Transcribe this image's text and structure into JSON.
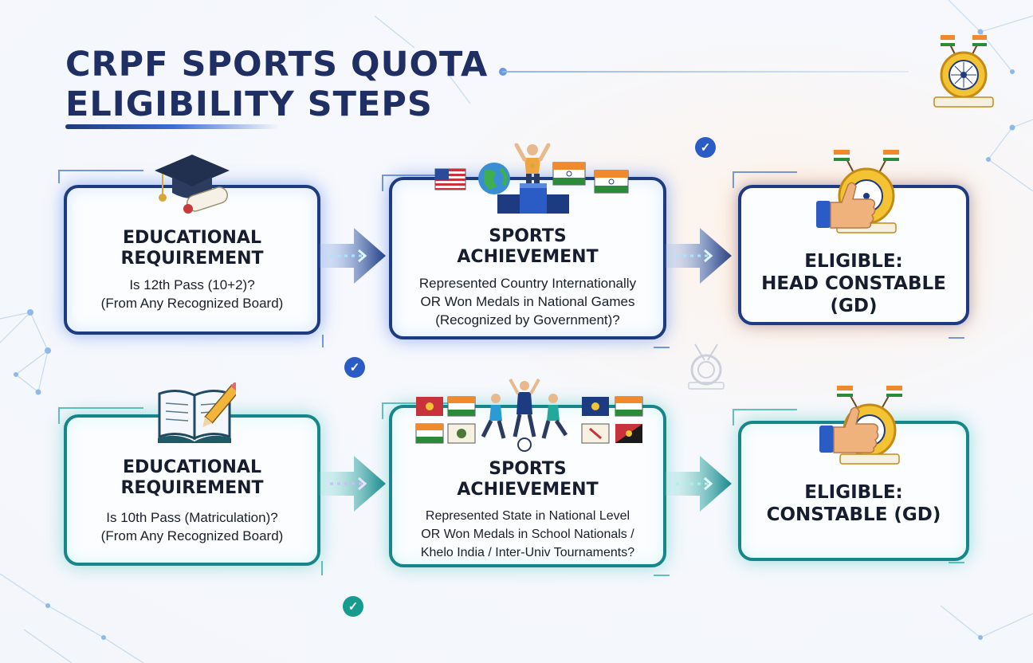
{
  "title": {
    "line1": "CRPF SPORTS QUOTA",
    "line2": "ELIGIBILITY STEPS"
  },
  "rows": [
    {
      "education": {
        "title_line1": "EDUCATIONAL",
        "title_line2": "REQUIREMENT",
        "desc_line1": "Is 12th Pass (10+2)?",
        "desc_line2": "(From Any Recognized Board)"
      },
      "sports": {
        "title_line1": "SPORTS",
        "title_line2": "ACHIEVEMENT",
        "desc_line1": "Represented Country Internationally",
        "desc_line2": "OR Won Medals in National Games",
        "desc_line3": "(Recognized by Government)?"
      },
      "eligible": {
        "line1": "ELIGIBLE:",
        "line2": "HEAD CONSTABLE",
        "line3": "(GD)"
      }
    },
    {
      "education": {
        "title_line1": "EDUCATIONAL",
        "title_line2": "REQUIREMENT",
        "desc_line1": "Is 10th Pass (Matriculation)?",
        "desc_line2": "(From Any Recognized Board)"
      },
      "sports": {
        "title_line1": "SPORTS",
        "title_line2": "ACHIEVEMENT",
        "desc_line1": "Represented State in National Level",
        "desc_line2": "OR Won Medals in School Nationals /",
        "desc_line3": "Khelo India / Inter-Univ Tournaments?"
      },
      "eligible": {
        "line1": "ELIGIBLE:",
        "line2": "CONSTABLE (GD)"
      }
    }
  ],
  "colors": {
    "row1_accent": "#1d3b80",
    "row2_accent": "#17868a",
    "title": "#1f2f64"
  },
  "icons": [
    "graduation-cap-icon",
    "diploma-scroll-icon",
    "podium-athlete-icon",
    "globe-icon",
    "flag-icon",
    "thumbs-up-icon",
    "crpf-emblem-icon",
    "open-book-pencil-icon",
    "running-athletes-icon",
    "check-badge-icon"
  ]
}
